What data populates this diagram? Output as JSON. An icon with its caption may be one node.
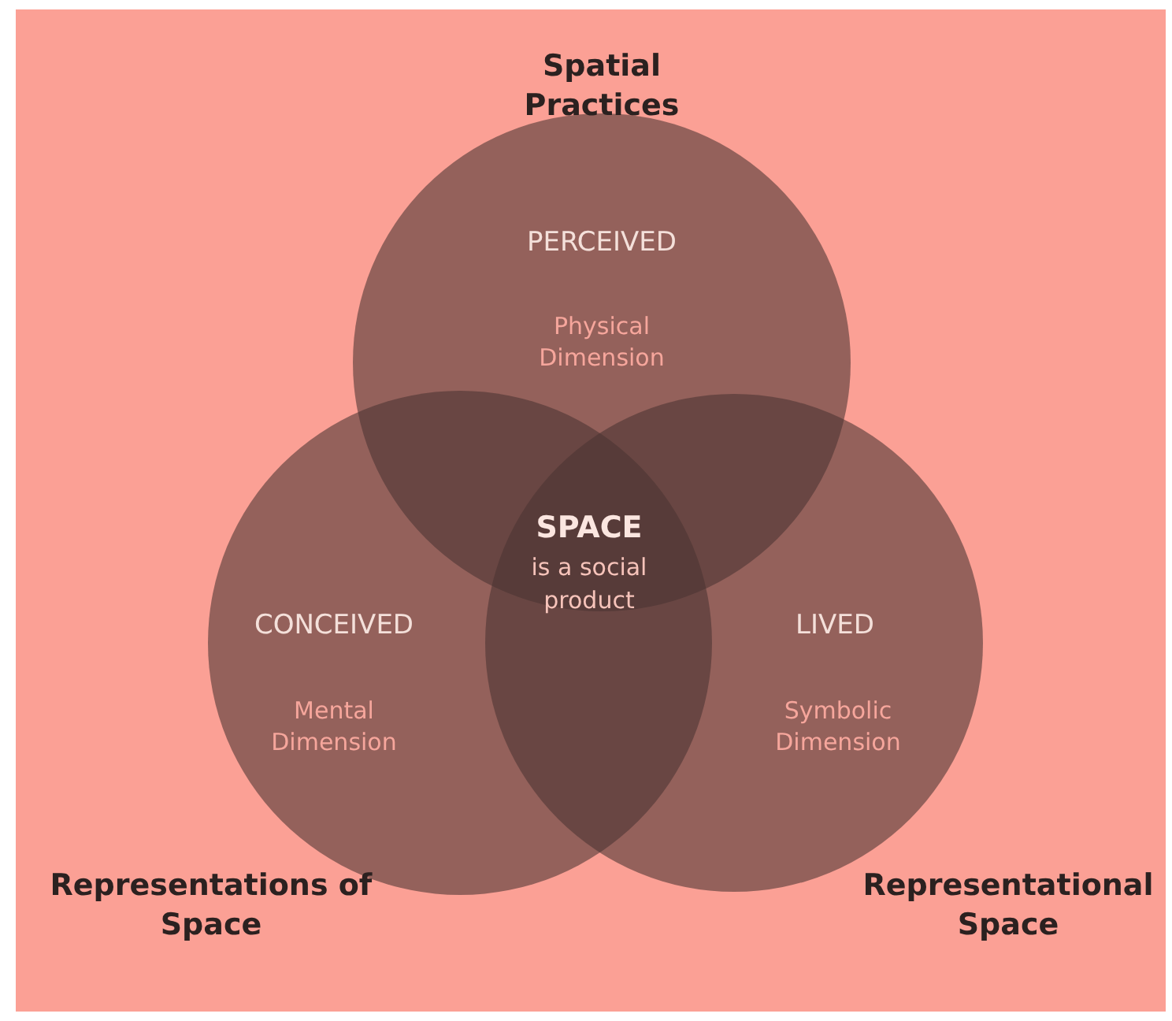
{
  "diagram": {
    "nodes": [
      {
        "text": [
          "Spatial Practices",
          "PERCEIVED",
          "Physical Dimension"
        ]
      },
      {
        "text": [
          "CONCEIVED",
          "Mental Dimension",
          "Representations of Space"
        ]
      },
      {
        "text": [
          "LIVED",
          "Symbolic Dimension",
          "Representational Space"
        ]
      }
    ],
    "edges": [],
    "labels": [
      "SPACE",
      "is a social product"
    ]
  }
}
